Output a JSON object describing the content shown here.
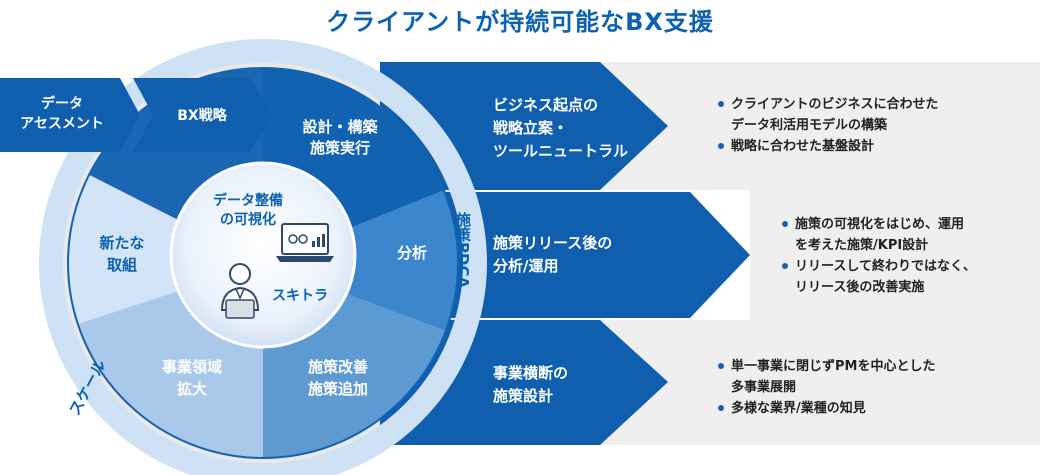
{
  "title": "クライアントが持続可能なBX支援",
  "flow": {
    "step1": [
      "データ",
      "アセスメント"
    ],
    "step2": "BX戦略"
  },
  "cycle": {
    "design": [
      "設計・構築",
      "施策実行"
    ],
    "analysis": "分析",
    "improve": [
      "施策改善",
      "施策追加"
    ],
    "expand": [
      "事業領域",
      "拡大"
    ],
    "new": [
      "新たな",
      "取組"
    ],
    "ring_label": "施策PDCA",
    "outer_label": "スケール"
  },
  "center": {
    "visualize": [
      "データ整備",
      "の可視化"
    ],
    "skill": "スキトラ"
  },
  "rows": [
    {
      "heading": [
        "ビジネス起点の",
        "戦略立案・",
        "ツールニュートラル"
      ],
      "bullets": [
        "クライアントのビジネスに合わせた|データ利活用モデルの構築",
        "戦略に合わせた基盤設計"
      ]
    },
    {
      "heading": [
        "施策リリース後の",
        "分析/運用"
      ],
      "bullets": [
        "施策の可視化をはじめ、運用|を考えた施策/KPI設計",
        "リリースして終わりではなく、|リリース後の改善実施"
      ]
    },
    {
      "heading": [
        "事業横断の",
        "施策設計"
      ],
      "bullets": [
        "単一事業に閉じずPMを中心とした|多事業展開",
        "多様な業界/業種の知見"
      ]
    }
  ],
  "colors": {
    "brand": "#0c62b0",
    "band_dark": "#0f5fae",
    "band_grey": "#efeff0"
  }
}
